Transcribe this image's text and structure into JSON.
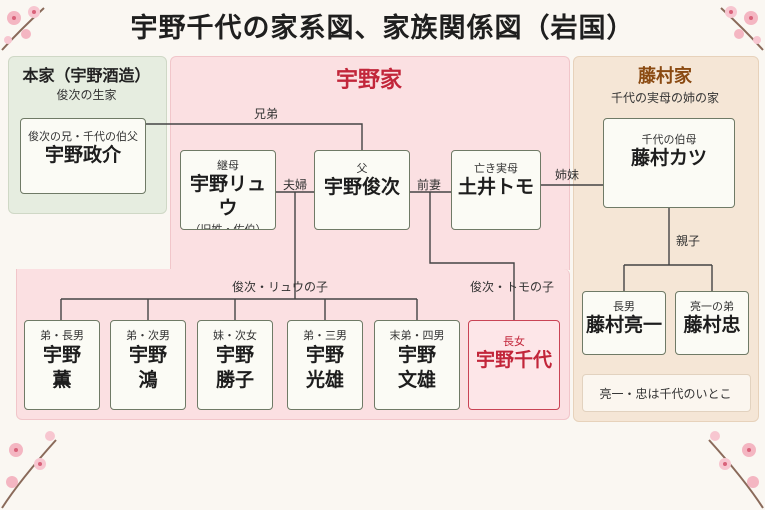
{
  "title": "宇野千代の家系図、家族関係図（岩国）",
  "honke": {
    "title": "本家（宇野酒造）",
    "subtitle": "俊次の生家"
  },
  "uno": {
    "title": "宇野家"
  },
  "fujimura": {
    "title": "藤村家",
    "subtitle": "千代の実母の姉の家"
  },
  "people": {
    "masasuke": {
      "label": "俊次の兄・千代の伯父",
      "name": "宇野政介"
    },
    "ryu": {
      "label": "継母",
      "name": "宇野リュウ",
      "note": "（旧姓・佐伯）"
    },
    "shunji": {
      "label": "父",
      "name": "宇野俊次"
    },
    "tomo": {
      "label": "亡き実母",
      "name": "土井トモ"
    },
    "katsu": {
      "label": "千代の伯母",
      "name": "藤村カツ"
    },
    "kaoru": {
      "label": "弟・長男",
      "name1": "宇野",
      "name2": "薫"
    },
    "ko": {
      "label": "弟・次男",
      "name1": "宇野",
      "name2": "鴻"
    },
    "katsuko": {
      "label": "妹・次女",
      "name1": "宇野",
      "name2": "勝子"
    },
    "mitsuo": {
      "label": "弟・三男",
      "name1": "宇野",
      "name2": "光雄"
    },
    "fumio": {
      "label": "末弟・四男",
      "name1": "宇野",
      "name2": "文雄"
    },
    "chiyo": {
      "label": "長女",
      "name": "宇野千代"
    },
    "ryoichi": {
      "label": "長男",
      "name": "藤村亮一"
    },
    "tadashi": {
      "label": "亮一の弟",
      "name": "藤村忠"
    }
  },
  "relations": {
    "brothers": "兄弟",
    "couple": "夫婦",
    "former_wife": "前妻",
    "sisters": "姉妹",
    "ryu_children": "俊次・リュウの子",
    "tomo_children": "俊次・トモの子",
    "parent_child": "親子"
  },
  "note": "亮一・忠は千代のいとこ",
  "colors": {
    "accent_red": "#c2263a",
    "fujimura_brown": "#8a4a12",
    "uno_bg": "#fbe0e2",
    "honke_bg": "#e6ede0",
    "fujimura_bg": "#f5e6d6"
  }
}
